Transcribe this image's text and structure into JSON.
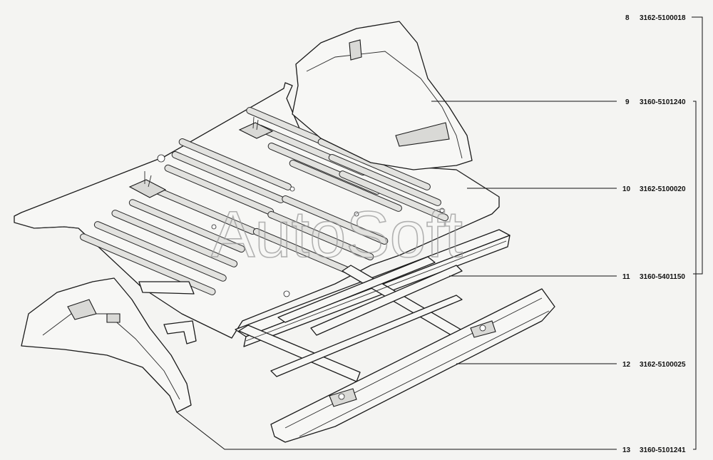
{
  "watermark": "AutoSoft",
  "callouts": [
    {
      "num": "8",
      "code": "3162-5100018"
    },
    {
      "num": "9",
      "code": "3160-5101240"
    },
    {
      "num": "10",
      "code": "3162-5100020"
    },
    {
      "num": "11",
      "code": "3160-5401150"
    },
    {
      "num": "12",
      "code": "3162-5100025"
    },
    {
      "num": "13",
      "code": "3160-5101241"
    }
  ],
  "colors": {
    "background": "#f4f4f2",
    "line": "#1a1a1a",
    "watermark": "#9a9a9a"
  }
}
